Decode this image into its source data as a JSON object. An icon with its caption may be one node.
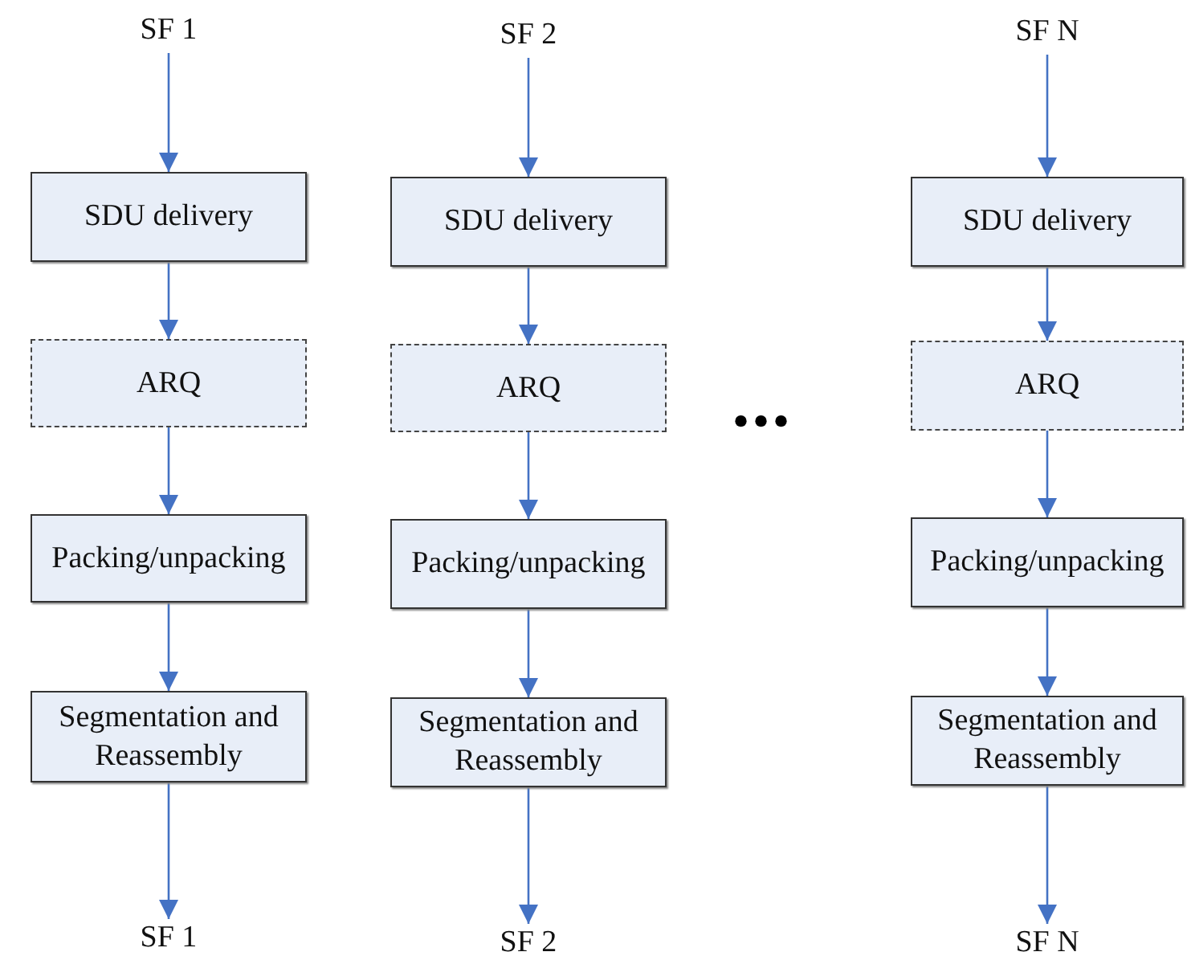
{
  "diagram": {
    "nodes": [
      {
        "text": [
          "SF 1"
        ]
      },
      {
        "text": [
          "SDU delivery"
        ]
      },
      {
        "text": [
          "ARQ"
        ]
      },
      {
        "text": [
          "Packing/unpacking"
        ]
      },
      {
        "text": [
          "Segmentation and Reassembly"
        ]
      },
      {
        "text": [
          "SF 1"
        ]
      },
      {
        "text": [
          "SF 2"
        ]
      },
      {
        "text": [
          "SDU delivery"
        ]
      },
      {
        "text": [
          "ARQ"
        ]
      },
      {
        "text": [
          "Packing/unpacking"
        ]
      },
      {
        "text": [
          "Segmentation and Reassembly"
        ]
      },
      {
        "text": [
          "SF 2"
        ]
      },
      {
        "text": [
          "SF N"
        ]
      },
      {
        "text": [
          "SDU delivery"
        ]
      },
      {
        "text": [
          "ARQ"
        ]
      },
      {
        "text": [
          "Packing/unpacking"
        ]
      },
      {
        "text": [
          "Segmentation and Reassembly"
        ]
      },
      {
        "text": [
          "SF N"
        ]
      }
    ],
    "edges": [
      {
        "from": 0,
        "to": 1,
        "arrow": "to"
      },
      {
        "from": 1,
        "to": 2,
        "arrow": "to"
      },
      {
        "from": 2,
        "to": 3,
        "arrow": "to"
      },
      {
        "from": 3,
        "to": 4,
        "arrow": "to"
      },
      {
        "from": 4,
        "to": 5,
        "arrow": "to"
      },
      {
        "from": 6,
        "to": 7,
        "arrow": "to"
      },
      {
        "from": 7,
        "to": 8,
        "arrow": "to"
      },
      {
        "from": 8,
        "to": 9,
        "arrow": "to"
      },
      {
        "from": 9,
        "to": 10,
        "arrow": "to"
      },
      {
        "from": 10,
        "to": 11,
        "arrow": "to"
      },
      {
        "from": 12,
        "to": 13,
        "arrow": "to"
      },
      {
        "from": 13,
        "to": 14,
        "arrow": "to"
      },
      {
        "from": 14,
        "to": 15,
        "arrow": "to"
      },
      {
        "from": 15,
        "to": 16,
        "arrow": "to"
      },
      {
        "from": 16,
        "to": 17,
        "arrow": "to"
      }
    ],
    "labels": [
      "•••"
    ]
  }
}
